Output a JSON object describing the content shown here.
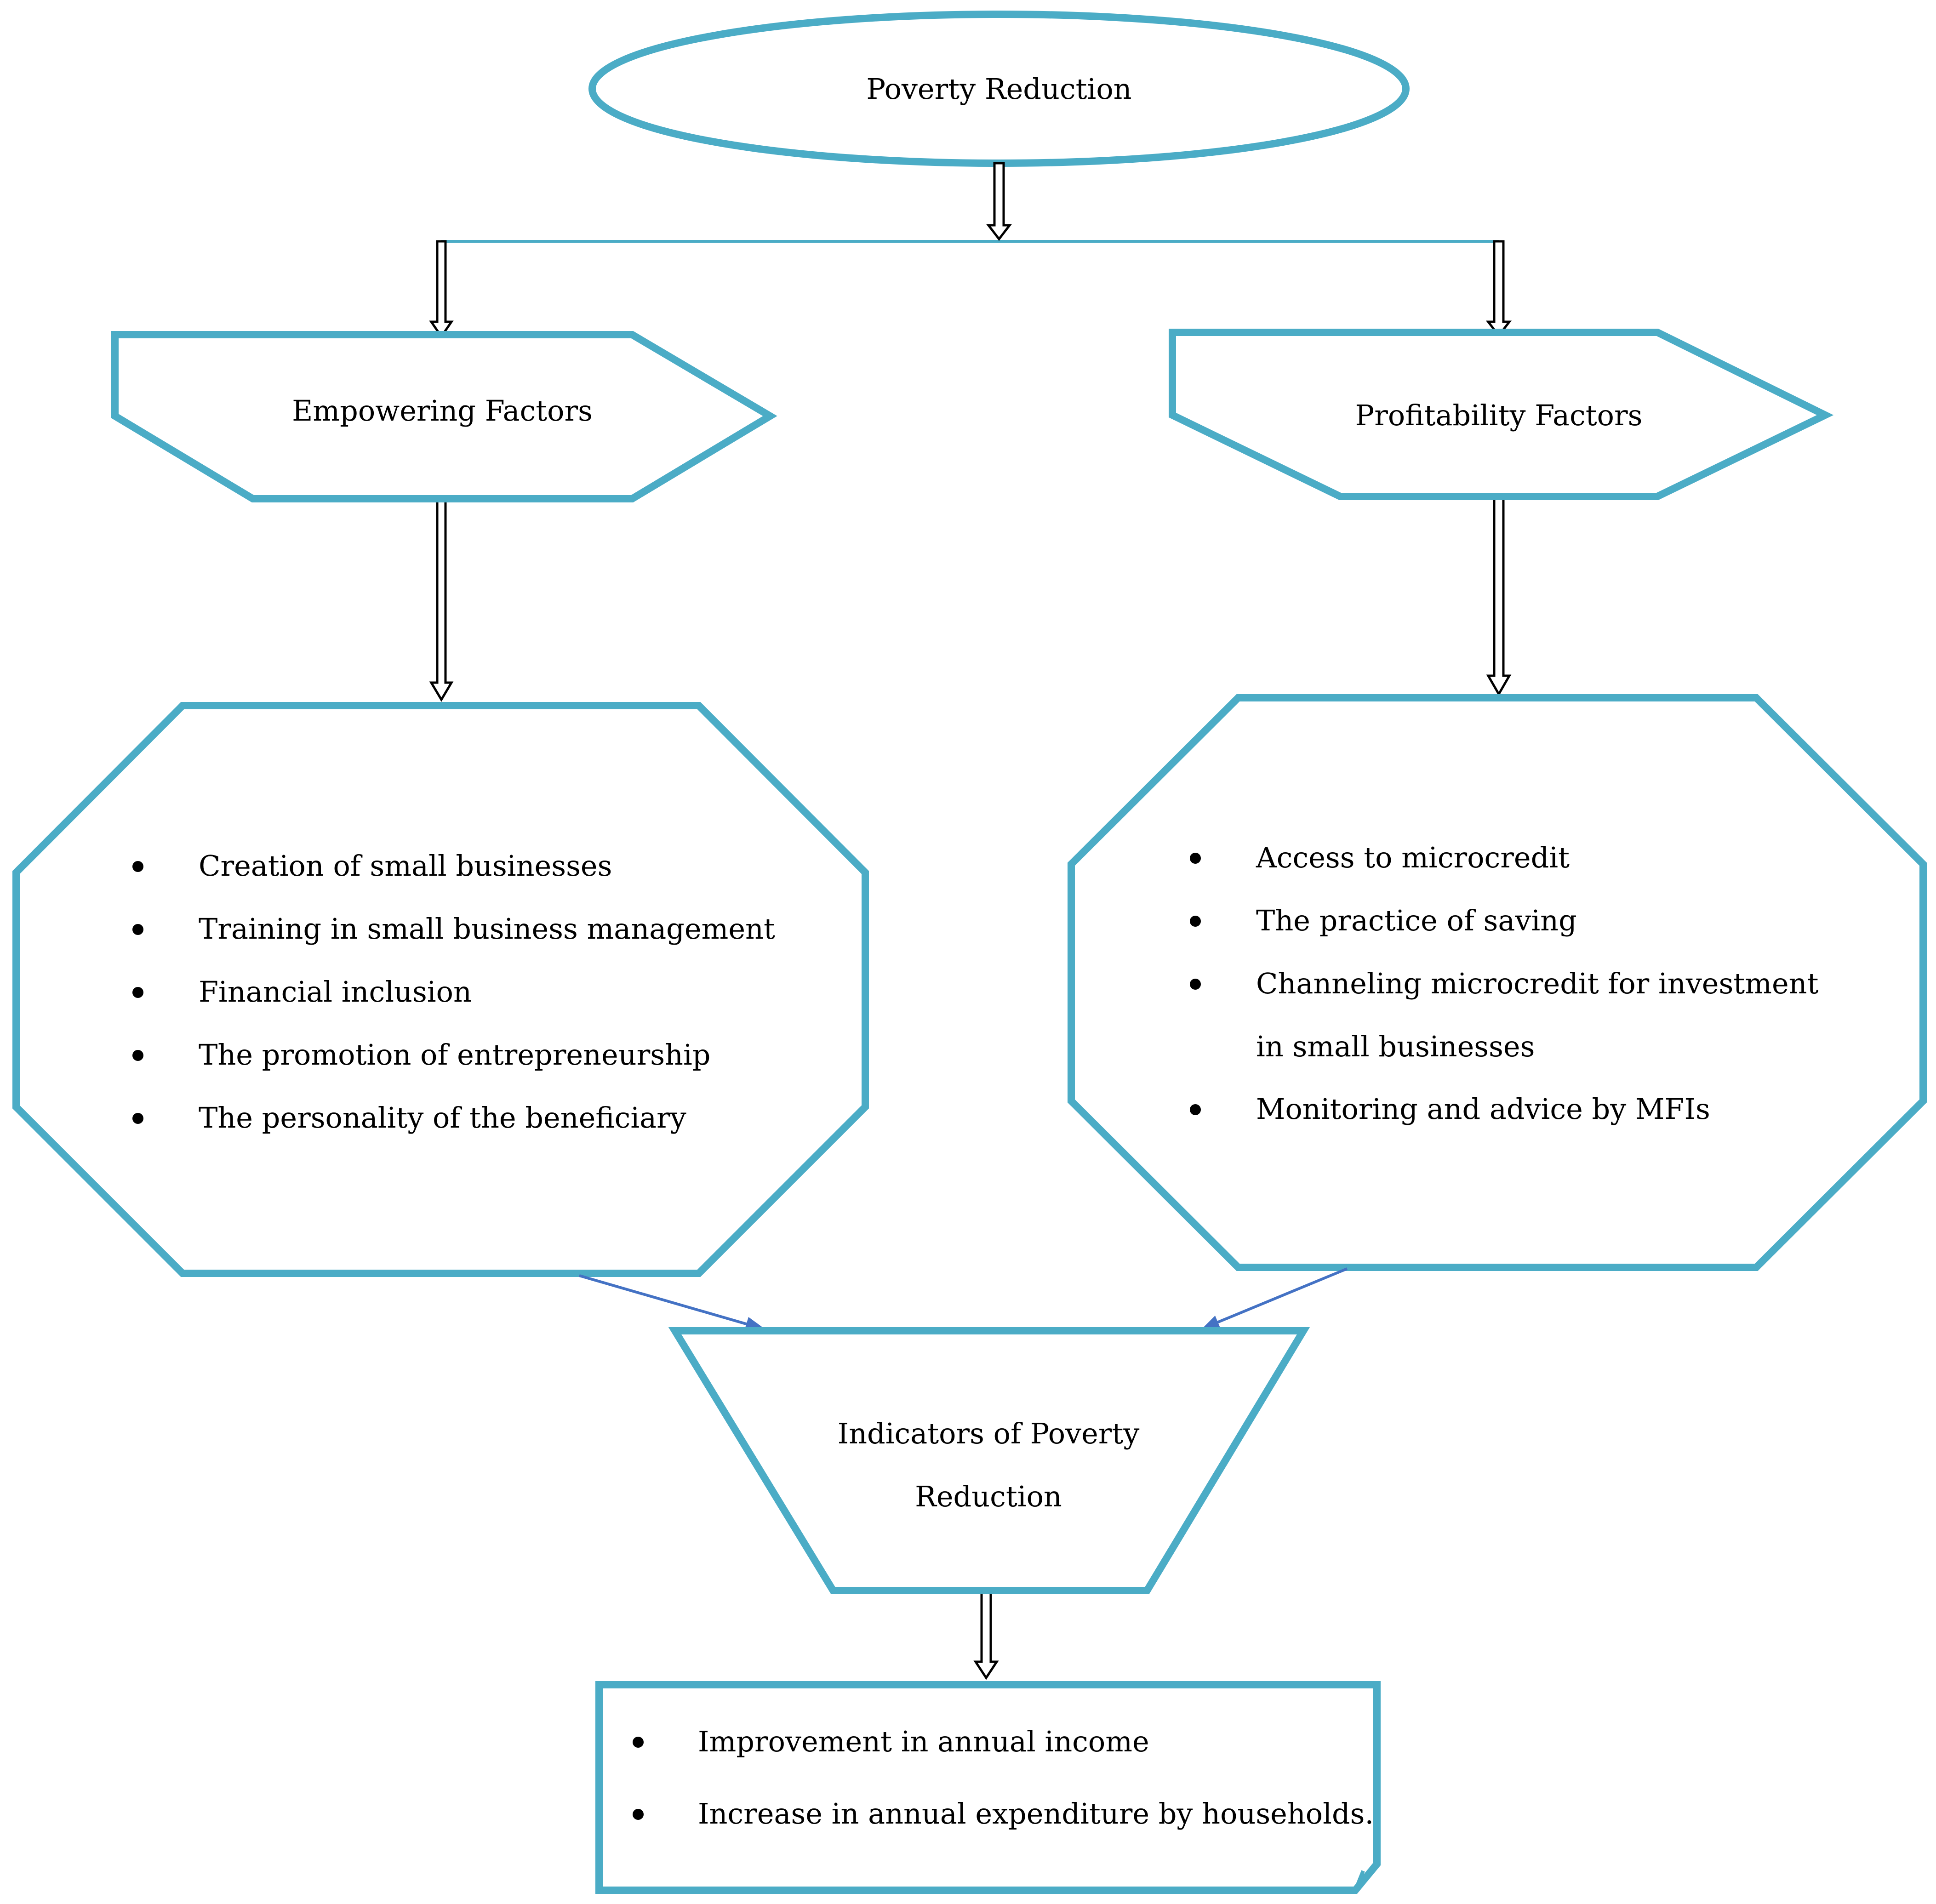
{
  "top": {
    "label": "Poverty Reduction"
  },
  "empowering": {
    "title": "Empowering Factors",
    "items": [
      "Creation of small businesses",
      "Training in small business management",
      "Financial inclusion",
      "The promotion of entrepreneurship",
      "The personality of the beneficiary"
    ]
  },
  "profitability": {
    "title": "Profitability Factors",
    "items": [
      "Access to microcredit",
      "The practice of saving",
      "Channeling microcredit for investment",
      "in small businesses",
      "Monitoring and advice by MFIs"
    ]
  },
  "indicators": {
    "line1": "Indicators of Poverty",
    "line2": "Reduction",
    "items": [
      "Improvement in annual income",
      "Increase in annual expenditure by households."
    ]
  },
  "colors": {
    "shape_stroke": "#4bacc6",
    "connector_arrow": "#4472c4"
  }
}
